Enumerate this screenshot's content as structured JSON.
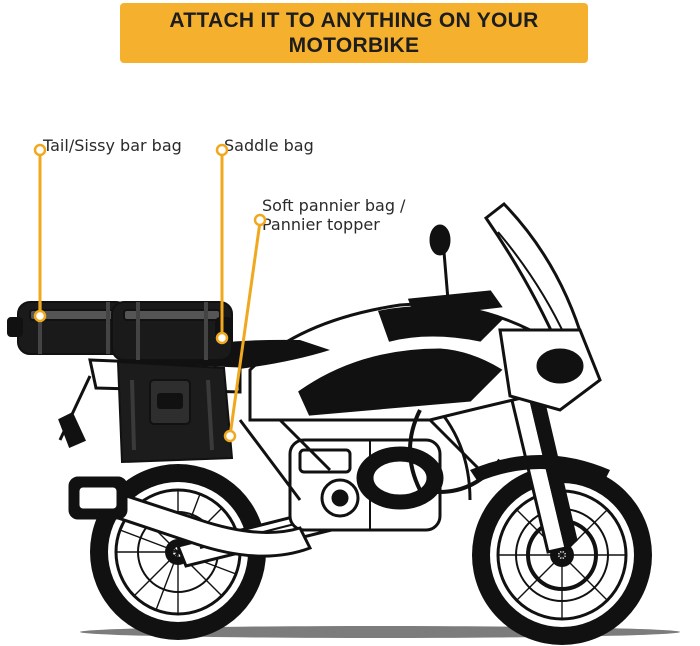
{
  "banner": {
    "title": "ATTACH IT TO ANYTHING ON YOUR MOTORBIKE",
    "background_color": "#f5b02e"
  },
  "callouts": [
    {
      "label": "Tail/Sissy bar bag"
    },
    {
      "label": "Saddle bag"
    },
    {
      "label_lines": [
        "Soft pannier bag /",
        "Pannier topper"
      ]
    }
  ],
  "accent_color": "#f0a81e",
  "illustration": {
    "subject": "motorcycle-line-art",
    "bags": [
      "tail-bag",
      "saddle-bag",
      "pannier-bag"
    ]
  }
}
